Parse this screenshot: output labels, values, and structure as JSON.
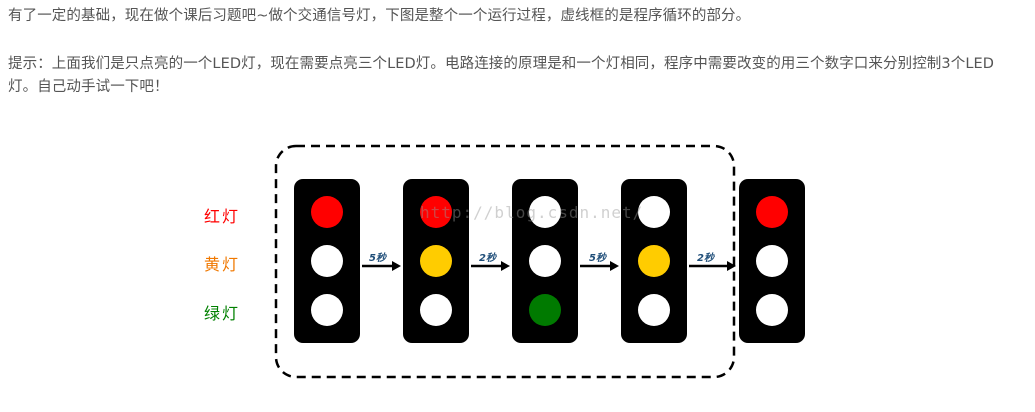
{
  "intro": {
    "line1": "有了一定的基础，现在做个课后习题吧~做个交通信号灯，下图是整个一个运行过程，虚线框的是程序循环的部分。",
    "hint": "提示：上面我们是只点亮的一个LED灯，现在需要点亮三个LED灯。电路连接的原理是和一个灯相同，程序中需要改变的用三个数字口来分别控制3个LED灯。自己动手试一下吧！"
  },
  "labels": {
    "red": "红灯",
    "yellow": "黄灯",
    "green": "绿灯"
  },
  "label_colors": {
    "red": "#ff0000",
    "yellow": "#f07800",
    "green": "#008000"
  },
  "states": [
    {
      "red": true,
      "yellow": false,
      "green": false
    },
    {
      "red": true,
      "yellow": true,
      "green": false
    },
    {
      "red": false,
      "yellow": false,
      "green": true
    },
    {
      "red": false,
      "yellow": true,
      "green": false
    },
    {
      "red": true,
      "yellow": false,
      "green": false
    }
  ],
  "durations": [
    "5秒",
    "2秒",
    "5秒",
    "2秒"
  ],
  "watermark": "http://blog.csdn.net/"
}
